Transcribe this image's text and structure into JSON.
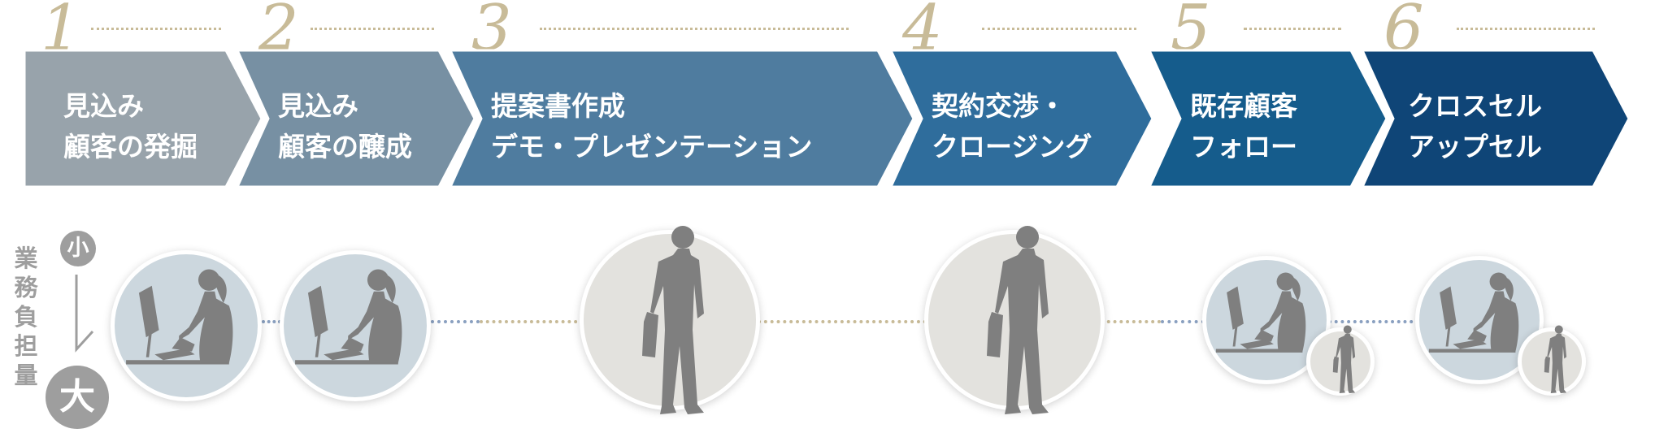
{
  "steps": [
    {
      "number": "1",
      "lines": [
        "見込み",
        "顧客の発掘"
      ],
      "color": "#98a3ab"
    },
    {
      "number": "2",
      "lines": [
        "見込み",
        "顧客の醸成"
      ],
      "color": "#7790a3"
    },
    {
      "number": "3",
      "lines": [
        "提案書作成",
        "デモ・プレゼンテーション"
      ],
      "color": "#4f7c9f"
    },
    {
      "number": "4",
      "lines": [
        "契約交渉・",
        "クロージング"
      ],
      "color": "#2f6d9c"
    },
    {
      "number": "5",
      "lines": [
        "既存顧客",
        "フォロー"
      ],
      "color": "#155c8c"
    },
    {
      "number": "6",
      "lines": [
        "クロスセル",
        "アップセル"
      ],
      "color": "#0f4577"
    }
  ],
  "workload": {
    "label_chars": [
      "業",
      "務",
      "負",
      "担",
      "量"
    ],
    "small": "小",
    "large": "大"
  },
  "workers": [
    {
      "step": "1",
      "icon": "desk-worker-icon"
    },
    {
      "step": "2",
      "icon": "desk-worker-icon"
    },
    {
      "step": "3",
      "icon": "field-worker-icon"
    },
    {
      "step": "4",
      "icon": "field-worker-icon"
    },
    {
      "step": "5",
      "icon": "desk-worker-icon",
      "secondary_icon": "field-worker-icon"
    },
    {
      "step": "6",
      "icon": "desk-worker-icon",
      "secondary_icon": "field-worker-icon"
    }
  ],
  "colors": {
    "number": "#c8bb98",
    "desk_circle": "#ccd7de",
    "field_circle": "#e3e2de",
    "figure": "#7f7f7f",
    "scale_badge": "#9e9e9e"
  }
}
